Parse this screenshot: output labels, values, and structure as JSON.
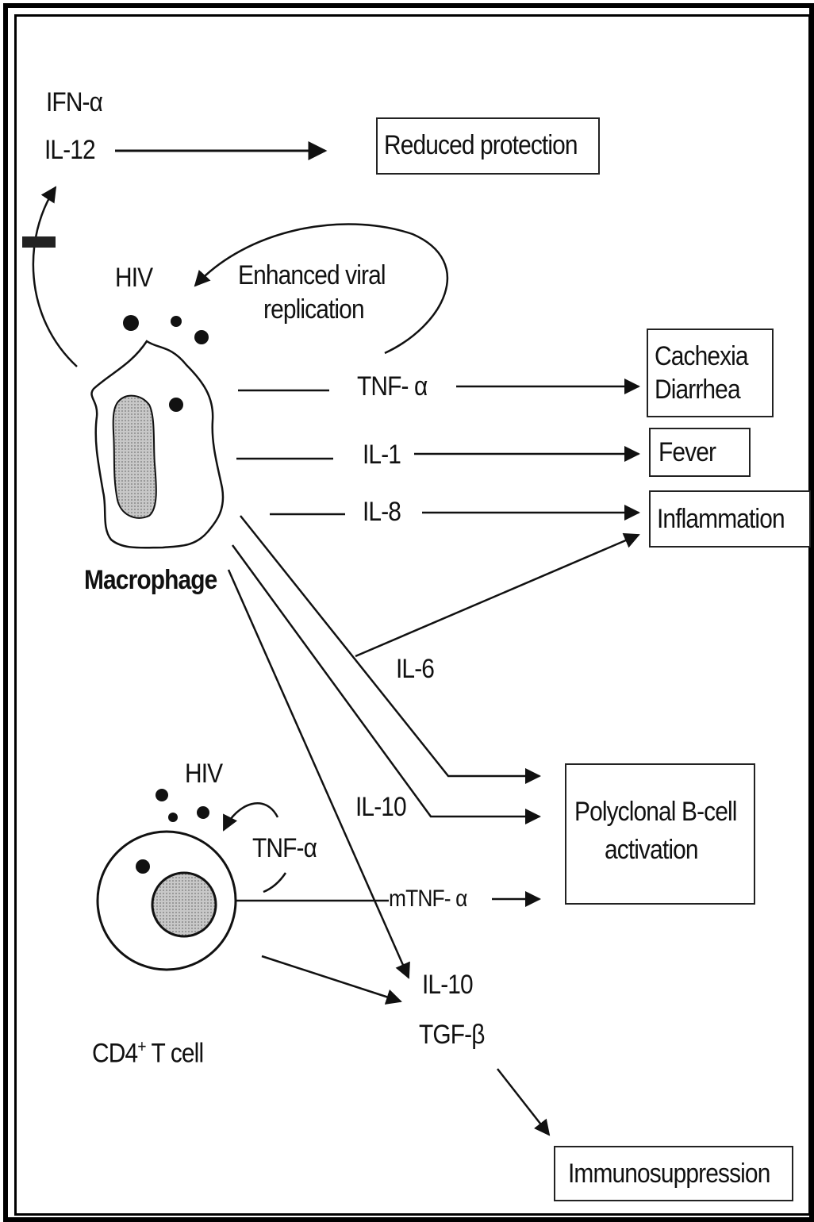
{
  "labels": {
    "ifn_alpha": "IFN-α",
    "il12": "IL-12",
    "hiv_top": "HIV",
    "enhanced_viral": "Enhanced viral",
    "replication": "replication",
    "tnf_alpha": "TNF- α",
    "il1": "IL-1",
    "il8": "IL-8",
    "macrophage": "Macrophage",
    "il6": "IL-6",
    "hiv_bottom": "HIV",
    "il10_mid": "IL-10",
    "tnf_alpha_t": "TNF-α",
    "mtnf_alpha": "mTNF- α",
    "il10_low": "IL-10",
    "tgf_beta": "TGF-β",
    "cd4_prefix": "CD4",
    "cd4_sup": "+",
    "cd4_suffix": " T cell"
  },
  "outcomes": {
    "reduced_protection": "Reduced protection",
    "cachexia": "Cachexia",
    "diarrhea": "Diarrhea",
    "fever": "Fever",
    "inflammation": "Inflammation",
    "polyclonal_line1": "Polyclonal B-cell",
    "polyclonal_line2": "activation",
    "immunosuppression": "Immunosuppression"
  }
}
